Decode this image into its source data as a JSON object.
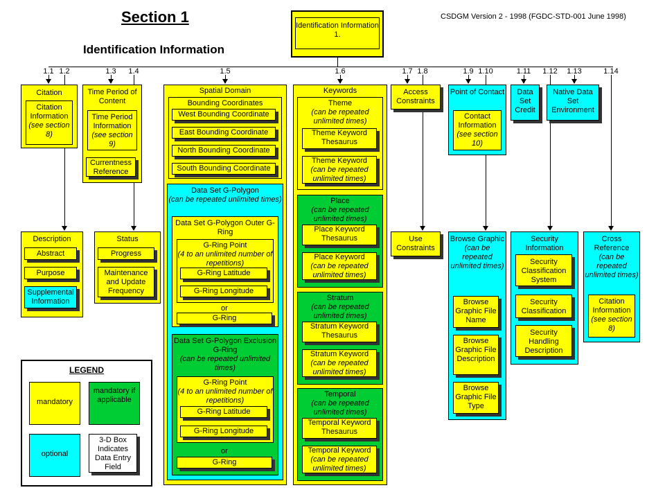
{
  "header": {
    "section": "Section 1",
    "subtitle": "Identification Information",
    "standard": "CSDGM Version 2 - 1998 (FGDC-STD-001 June 1998)",
    "top_box": "Identification Information",
    "top_box_num": "1."
  },
  "numbers": [
    "1.1",
    "1.2",
    "1.3",
    "1.4",
    "1.5",
    "1.6",
    "1.7",
    "1.8",
    "1.9",
    "1.10",
    "1.11",
    "1.12",
    "1.13",
    "1.14"
  ],
  "citation": {
    "title": "Citation",
    "entry": "Citation Information",
    "note": "(see section 8)"
  },
  "time_period": {
    "title": "Time Period of Content",
    "inner_title": "Time Period Information",
    "inner_note": "(see section 9)",
    "currentness": "Currentness Reference"
  },
  "description": {
    "title": "Description",
    "abstract": "Abstract",
    "purpose": "Purpose",
    "supplemental": "Supplemental Information"
  },
  "status": {
    "title": "Status",
    "progress": "Progress",
    "maintenance": "Maintenance and Update Frequency"
  },
  "spatial": {
    "title": "Spatial Domain",
    "bounding_title": "Bounding Coordinates",
    "west": "West Bounding Coordinate",
    "east": "East Bounding Coordinate",
    "north": "North Bounding Coordinate",
    "south": "South Bounding Coordinate",
    "gpoly_title": "Data Set G-Polygon",
    "gpoly_note": "(can be repeated unlimited times)",
    "outer_title": "Data Set G-Polygon Outer G-Ring",
    "gring_point": "G-Ring Point",
    "gring_point_note": "(4 to an unlimited number of repetitions)",
    "lat": "G-Ring Latitude",
    "lon": "G-Ring Longitude",
    "or": "or",
    "gring": "G-Ring",
    "excl_title": "Data Set G-Polygon Exclusion G-Ring",
    "excl_note": "(can be repeated unlimited times)"
  },
  "keywords": {
    "title": "Keywords",
    "repeat": "(can be repeated unlimited times)",
    "theme": "Theme",
    "theme_thesaurus": "Theme Keyword Thesaurus",
    "theme_kw": "Theme Keyword",
    "place": "Place",
    "place_thesaurus": "Place Keyword Thesaurus",
    "place_kw": "Place Keyword",
    "stratum": "Stratum",
    "stratum_thesaurus": "Stratum Keyword Thesaurus",
    "stratum_kw": "Stratum Keyword",
    "temporal": "Temporal",
    "temporal_thesaurus": "Temporal Keyword Thesaurus",
    "temporal_kw": "Temporal Keyword"
  },
  "access": "Access Constraints",
  "use": "Use Constraints",
  "poc": {
    "title": "Point of Contact",
    "entry": "Contact Information",
    "note": "(see section 10)"
  },
  "credit": "Data Set Credit",
  "native": "Native Data Set Environment",
  "browse": {
    "title": "Browse Graphic",
    "note": "(can be repeated unlimited times)",
    "name": "Browse Graphic File Name",
    "desc": "Browse Graphic File Description",
    "type": "Browse Graphic File Type"
  },
  "security": {
    "title": "Security Information",
    "system": "Security Classification System",
    "classification": "Security Classification",
    "handling": "Security Handling Description"
  },
  "cross": {
    "title": "Cross Reference",
    "note": "(can be repeated unlimited times)",
    "entry": "Citation Information",
    "entry_note": "(see section 8)"
  },
  "legend": {
    "title": "LEGEND",
    "mandatory": "mandatory",
    "mandatory_if": "mandatory if applicable",
    "optional": "optional",
    "box3d": "3-D Box Indicates Data Entry Field"
  },
  "colors": {
    "mandatory": "#ffff00",
    "mandatory_if": "#00cc33",
    "optional": "#00ffff"
  }
}
